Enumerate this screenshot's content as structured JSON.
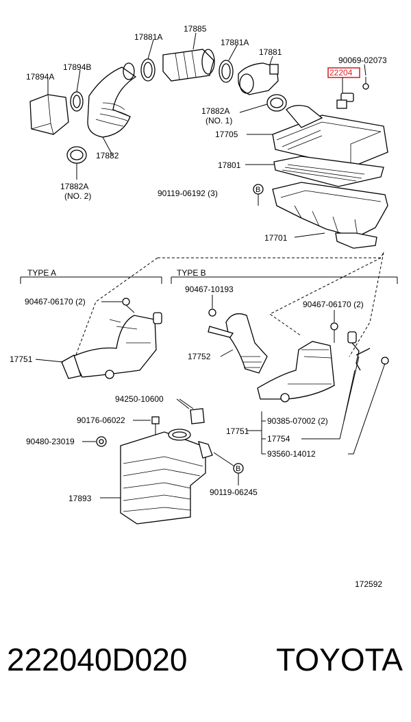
{
  "diagram": {
    "labels": {
      "p17894A": "17894A",
      "p17894B": "17894B",
      "p17881A_1": "17881A",
      "p17885": "17885",
      "p17881A_2": "17881A",
      "p17881": "17881",
      "p90069": "90069-02073",
      "p22204": "22204",
      "p17882A_1": "17882A",
      "p17882A_1b": "(NO. 1)",
      "p17705": "17705",
      "p17882": "17882",
      "p17882A_2": "17882A",
      "p17882A_2b": "(NO. 2)",
      "p17801": "17801",
      "p90119_1": "90119-06192 (3)",
      "p17701": "17701",
      "typeA": "TYPE A",
      "typeB": "TYPE B",
      "p90467_a": "90467-06170 (2)",
      "p17751_a": "17751",
      "p90467_10193": "90467-10193",
      "p90467_b": "90467-06170 (2)",
      "p17752": "17752",
      "p94250": "94250-10600",
      "p90176": "90176-06022",
      "p90480": "90480-23019",
      "p17893": "17893",
      "p90119_2": "90119-06245",
      "p17751_b": "17751",
      "p90385": "90385-07002 (2)",
      "p17754": "17754",
      "p93560": "93560-14012",
      "ref": "172592",
      "circleB1": "B",
      "circleB2": "B"
    },
    "highlight_color": "#d9252a"
  },
  "footer": {
    "part_number": "222040D020",
    "brand": "TOYOTA"
  }
}
